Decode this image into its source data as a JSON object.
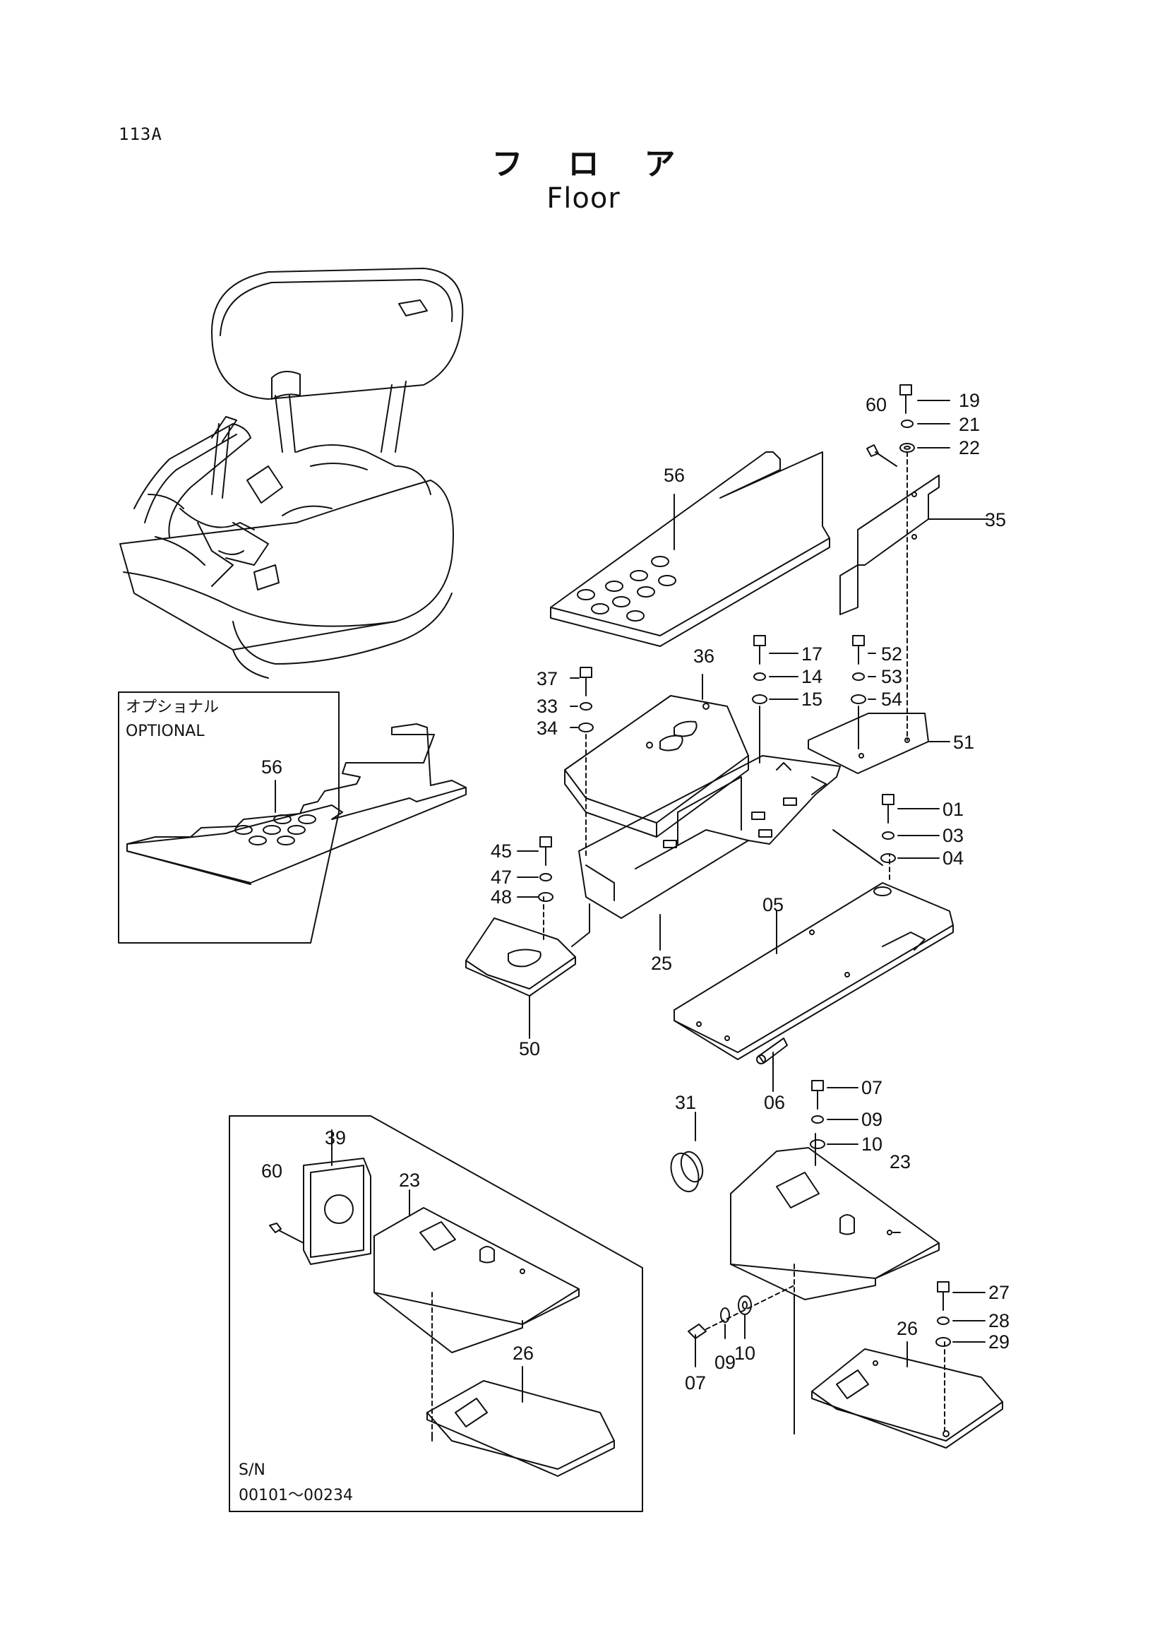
{
  "page_code": "113A",
  "title_jp": "フロア",
  "title_en": "Floor",
  "optional_box": {
    "label_jp": "オプショナル",
    "label_en": "OPTIONAL"
  },
  "serial_box": {
    "sn_label": "S/N",
    "sn_range": "00101～00234"
  },
  "parts": {
    "p01": "01",
    "p03": "03",
    "p04": "04",
    "p05": "05",
    "p06": "06",
    "p07": "07",
    "p09": "09",
    "p10": "10",
    "p14": "14",
    "p15": "15",
    "p17": "17",
    "p19": "19",
    "p21": "21",
    "p22": "22",
    "p23": "23",
    "p25": "25",
    "p26": "26",
    "p27": "27",
    "p28": "28",
    "p29": "29",
    "p31": "31",
    "p33": "33",
    "p34": "34",
    "p35": "35",
    "p36": "36",
    "p37": "37",
    "p39": "39",
    "p45": "45",
    "p47": "47",
    "p48": "48",
    "p50": "50",
    "p51": "51",
    "p52": "52",
    "p53": "53",
    "p54": "54",
    "p56": "56",
    "p60": "60"
  }
}
